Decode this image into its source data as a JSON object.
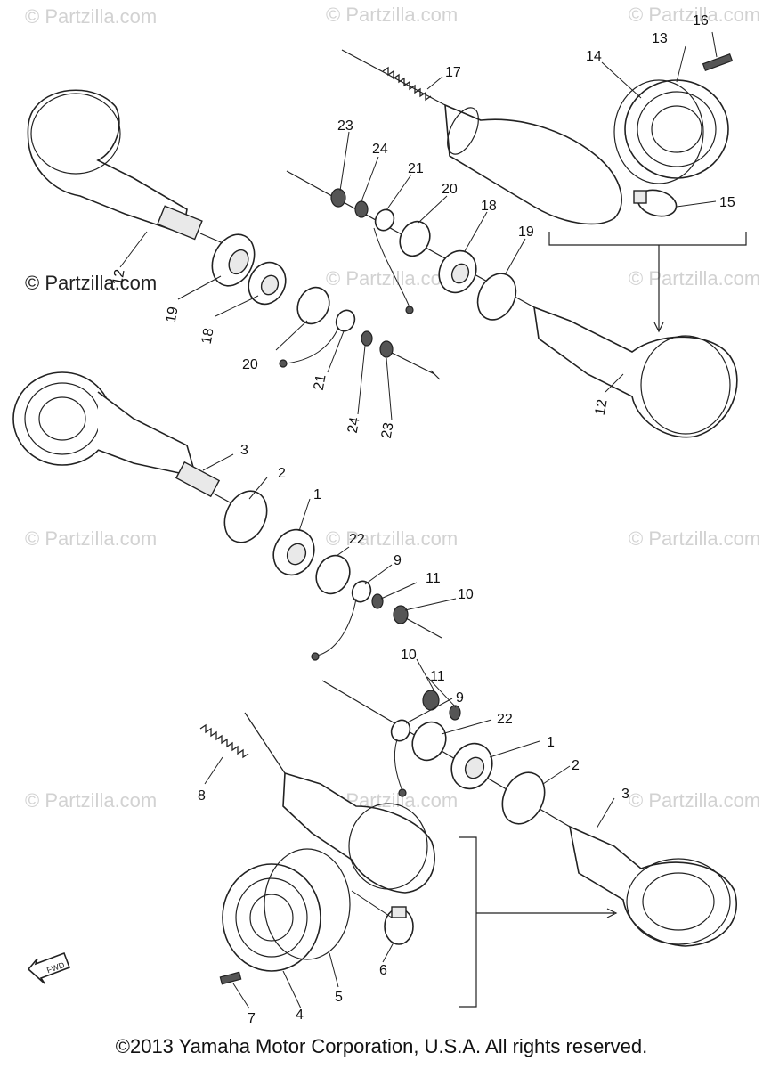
{
  "watermarks": {
    "text": "© Partzilla.com",
    "prominent": "© Partzilla.com"
  },
  "footer": {
    "copyright": "©2013 Yamaha Motor Corporation, U.S.A. All rights reserved."
  },
  "fwd_label": "FWD",
  "callouts": {
    "c1a": "1",
    "c1b": "1",
    "c2a": "2",
    "c2b": "2",
    "c3a": "3",
    "c3b": "3",
    "c4": "4",
    "c5": "5",
    "c6": "6",
    "c7": "7",
    "c8": "8",
    "c9a": "9",
    "c9b": "9",
    "c10a": "10",
    "c10b": "10",
    "c11a": "11",
    "c11b": "11",
    "c12a": "12",
    "c12b": "12",
    "c13": "13",
    "c14": "14",
    "c15": "15",
    "c16": "16",
    "c17": "17",
    "c18a": "18",
    "c18b": "18",
    "c19a": "19",
    "c19b": "19",
    "c20a": "20",
    "c20b": "20",
    "c21a": "21",
    "c21b": "21",
    "c22a": "22",
    "c22b": "22",
    "c23a": "23",
    "c23b": "23",
    "c24a": "24",
    "c24b": "24"
  }
}
